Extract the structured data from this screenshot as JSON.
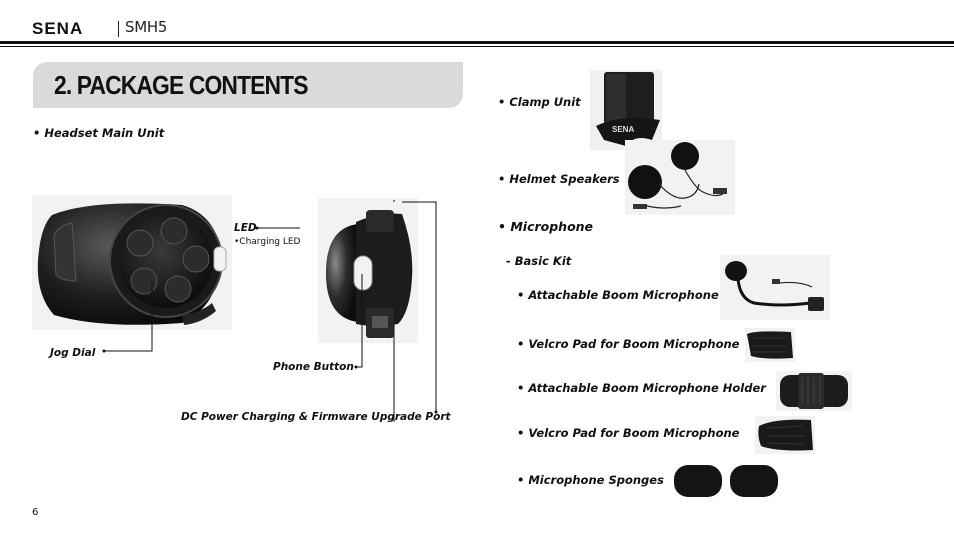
{
  "header": {
    "brand": "SENA",
    "model": "SMH5"
  },
  "section": {
    "title": "2. PACKAGE CONTENTS"
  },
  "left": {
    "headset_label": "• Headset Main Unit",
    "callouts": {
      "led": "LED",
      "charging_led": "•Charging LED",
      "jog_dial": "Jog Dial",
      "phone_button": "Phone Button",
      "dc_port": "DC Power Charging & Firmware Upgrade Port"
    }
  },
  "right": {
    "clamp_unit": "• Clamp Unit",
    "clamp_logo": "SENA",
    "helmet_speakers": "• Helmet Speakers",
    "microphone": "• Microphone",
    "basic_kit": "- Basic Kit",
    "items": [
      "• Attachable Boom Microphone",
      "• Velcro Pad for Boom Microphone",
      "• Attachable Boom Microphone Holder",
      "• Velcro Pad for Boom Microphone",
      "• Microphone Sponges"
    ]
  },
  "footer": {
    "page_number": "6"
  }
}
